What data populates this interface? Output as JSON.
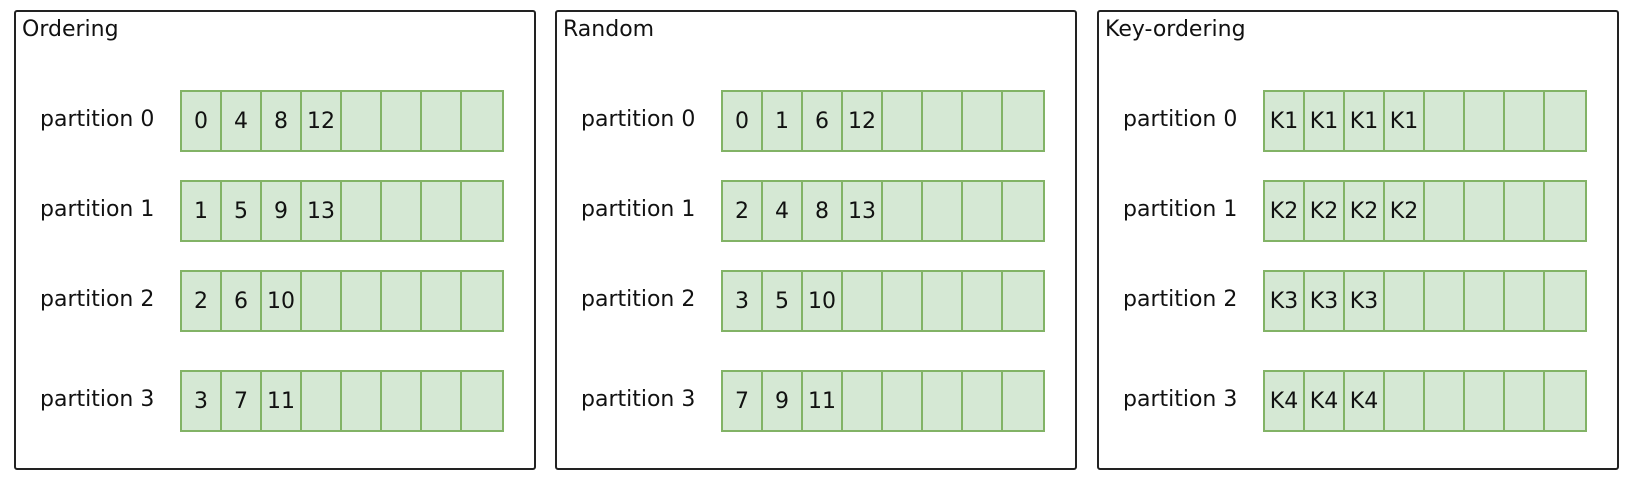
{
  "panels": [
    {
      "title": "Ordering",
      "partitions": [
        {
          "label": "partition 0",
          "cells": [
            "0",
            "4",
            "8",
            "12",
            "",
            "",
            "",
            ""
          ]
        },
        {
          "label": "partition 1",
          "cells": [
            "1",
            "5",
            "9",
            "13",
            "",
            "",
            "",
            ""
          ]
        },
        {
          "label": "partition 2",
          "cells": [
            "2",
            "6",
            "10",
            "",
            "",
            "",
            "",
            ""
          ]
        },
        {
          "label": "partition 3",
          "cells": [
            "3",
            "7",
            "11",
            "",
            "",
            "",
            "",
            ""
          ]
        }
      ]
    },
    {
      "title": "Random",
      "partitions": [
        {
          "label": "partition 0",
          "cells": [
            "0",
            "1",
            "6",
            "12",
            "",
            "",
            "",
            ""
          ]
        },
        {
          "label": "partition 1",
          "cells": [
            "2",
            "4",
            "8",
            "13",
            "",
            "",
            "",
            ""
          ]
        },
        {
          "label": "partition 2",
          "cells": [
            "3",
            "5",
            "10",
            "",
            "",
            "",
            "",
            ""
          ]
        },
        {
          "label": "partition 3",
          "cells": [
            "7",
            "9",
            "11",
            "",
            "",
            "",
            "",
            ""
          ]
        }
      ]
    },
    {
      "title": "Key-ordering",
      "partitions": [
        {
          "label": "partition 0",
          "cells": [
            "K1",
            "K1",
            "K1",
            "K1",
            "",
            "",
            "",
            ""
          ]
        },
        {
          "label": "partition 1",
          "cells": [
            "K2",
            "K2",
            "K2",
            "K2",
            "",
            "",
            "",
            ""
          ]
        },
        {
          "label": "partition 2",
          "cells": [
            "K3",
            "K3",
            "K3",
            "",
            "",
            "",
            "",
            ""
          ]
        },
        {
          "label": "partition 3",
          "cells": [
            "K4",
            "K4",
            "K4",
            "",
            "",
            "",
            "",
            ""
          ]
        }
      ]
    }
  ]
}
